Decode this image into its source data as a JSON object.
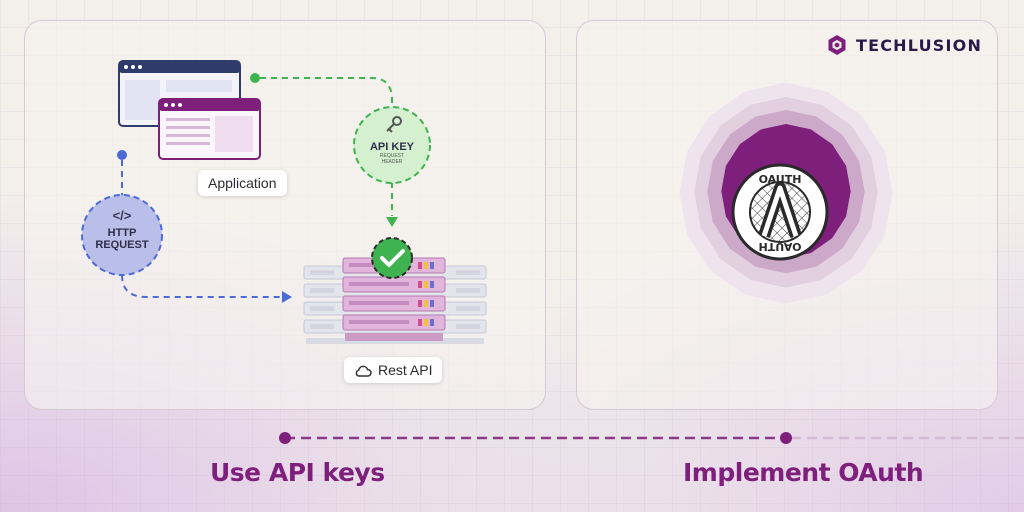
{
  "brand": {
    "name": "TECHLUSION"
  },
  "left_panel": {
    "application_label": "Application",
    "api_key": {
      "label": "API KEY",
      "sublabel_line1": "REQUEST",
      "sublabel_line2": "HEADER"
    },
    "http_request": {
      "line1": "HTTP",
      "line2": "REQUEST",
      "code_symbol": "</>"
    },
    "rest_api_label": "Rest API"
  },
  "right_panel": {
    "badge_top_text": "OAUTH",
    "badge_bottom_text": "OAUTH",
    "badge_letter": "A"
  },
  "captions": {
    "left": "Use API keys",
    "right": "Implement OAuth"
  },
  "colors": {
    "accent_purple": "#7e1f7c",
    "blue_dashed": "#4d6bd8",
    "green_dashed": "#3fb34f",
    "navy": "#2f3b6b"
  },
  "icons": [
    "browser-window-icon",
    "key-icon",
    "code-icon",
    "server-rack-icon",
    "check-icon",
    "cloud-icon",
    "oauth-badge-icon",
    "logo-icon"
  ]
}
